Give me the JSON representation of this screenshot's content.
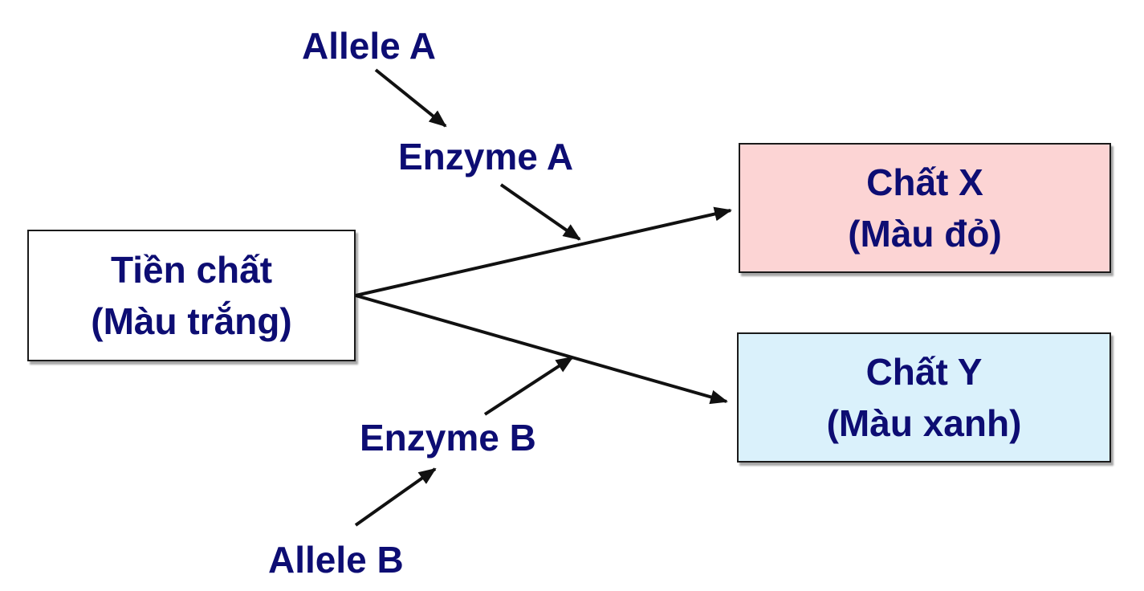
{
  "labels": {
    "allele_a": "Allele A",
    "enzyme_a": "Enzyme A",
    "enzyme_b": "Enzyme B",
    "allele_b": "Allele B"
  },
  "boxes": {
    "precursor": {
      "line1": "Tiền chất",
      "line2": "(Màu trắng)"
    },
    "substance_x": {
      "line1": "Chất X",
      "line2": "(Màu đỏ)"
    },
    "substance_y": {
      "line1": "Chất Y",
      "line2": "(Màu xanh)"
    }
  },
  "colors": {
    "text": "#0d0d73",
    "precursor_fill": "#ffffff",
    "substance_x_fill": "#fcd4d4",
    "substance_y_fill": "#daf1fb",
    "arrow": "#111111"
  }
}
